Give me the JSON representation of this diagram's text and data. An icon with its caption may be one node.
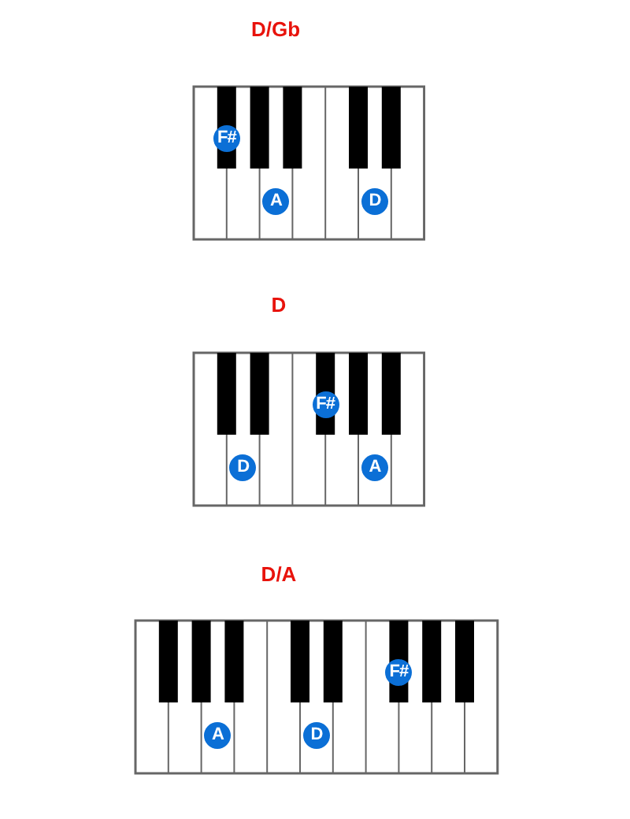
{
  "diagram": {
    "labels": [
      "D/Gb",
      "F#",
      "A",
      "D",
      "D",
      "F#",
      "D",
      "A",
      "D/A",
      "F#",
      "A",
      "D"
    ]
  }
}
